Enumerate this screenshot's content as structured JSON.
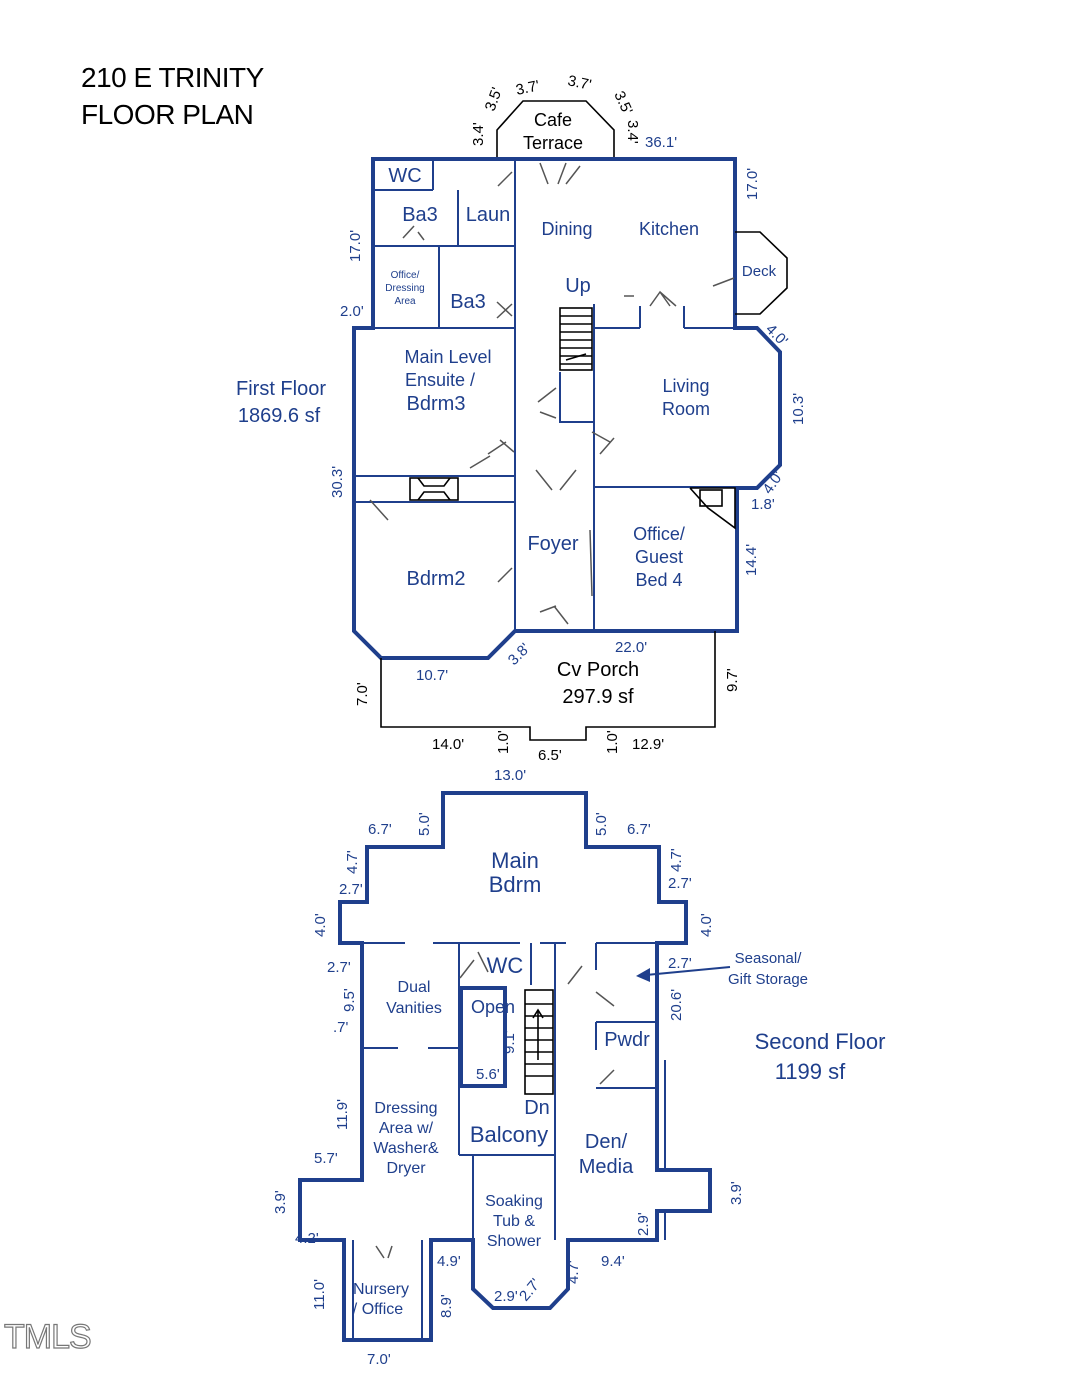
{
  "title": {
    "line1": "210 E TRINITY",
    "line2": "FLOOR PLAN"
  },
  "watermark": "TMLS",
  "colors": {
    "wall": "#1f3f8c",
    "text": "#1f3f8c"
  },
  "first_floor": {
    "label": "First Floor",
    "area": "1869.6 sf",
    "rooms": {
      "cafe": "Cafe",
      "terrace": "Terrace",
      "wc": "WC",
      "ba3_top": "Ba3",
      "laun": "Laun",
      "dining": "Dining",
      "kitchen": "Kitchen",
      "deck": "Deck",
      "office_dress_1": "Office/",
      "office_dress_2": "Dressing",
      "office_dress_3": "Area",
      "ba3_bottom": "Ba3",
      "up": "Up",
      "ensuite_1": "Main Level",
      "ensuite_2": "Ensuite /",
      "ensuite_3": "Bdrm3",
      "living_1": "Living",
      "living_2": "Room",
      "foyer": "Foyer",
      "bdrm2": "Bdrm2",
      "office_guest_1": "Office/",
      "office_guest_2": "Guest",
      "office_guest_3": "Bed 4",
      "porch": "Cv Porch",
      "porch_area": "297.9 sf"
    },
    "dims": {
      "cafe_l1": "3.4'",
      "cafe_l2": "3.5'",
      "cafe_t1": "3.7'",
      "cafe_t2": "3.7'",
      "cafe_r2": "3.5'",
      "cafe_r1": "3.4'",
      "top_width": "36.1'",
      "right_top": "17.0'",
      "left_top": "17.0'",
      "left_jog": "2.0'",
      "right_chamfer_top": "4.0'",
      "right_mid": "10.3'",
      "right_chamfer_bot": "4.0'",
      "right_jog": "1.8'",
      "left_mid": "30.3'",
      "right_bot": "14.4'",
      "porch_right_w": "22.0'",
      "porch_chamfer": "3.8'",
      "porch_left_w": "10.7'",
      "porch_left_h": "7.0'",
      "porch_right_h": "9.7'",
      "porch_bl": "14.0'",
      "porch_step_l": "1.0'",
      "porch_step_w": "6.5'",
      "porch_step_r": "1.0'",
      "porch_br": "12.9'"
    }
  },
  "second_floor": {
    "label": "Second Floor",
    "area": "1199 sf",
    "rooms": {
      "main_1": "Main",
      "main_2": "Bdrm",
      "wc": "WC",
      "vanities_1": "Dual",
      "vanities_2": "Vanities",
      "open": "Open",
      "seasonal_1": "Seasonal/",
      "seasonal_2": "Gift Storage",
      "pwdr": "Pwdr",
      "dn": "Dn",
      "dressing_1": "Dressing",
      "dressing_2": "Area w/",
      "dressing_3": "Washer&",
      "dressing_4": "Dryer",
      "balcony": "Balcony",
      "den_1": "Den/",
      "den_2": "Media",
      "soak_1": "Soaking",
      "soak_2": "Tub &",
      "soak_3": "Shower",
      "nursery_1": "Nursery",
      "nursery_2": "/ Office"
    },
    "dims": {
      "top": "13.0'",
      "tl_w": "6.7'",
      "tl_h": "5.0'",
      "tr_h": "5.0'",
      "tr_w": "6.7'",
      "l_4_7": "4.7'",
      "l_2_7": "2.7'",
      "r_4_7": "4.7'",
      "r_2_7": "2.7'",
      "l_4_0": "4.0'",
      "r_4_0": "4.0'",
      "l_2_7b": "2.7'",
      "r_2_7b": "2.7'",
      "l_9_5": "9.5'",
      "l_0_7": ".7'",
      "r_20_6": "20.6'",
      "open_h": "9.1'",
      "open_w": "5.6'",
      "l_11_9": "11.9'",
      "l_5_7": "5.7'",
      "l_3_9": "3.9'",
      "r_3_9": "3.9'",
      "l_4_2": "4.2'",
      "r_2_9": "2.9'",
      "l_11_0": "11.0'",
      "nur_r": "8.9'",
      "bath_4_9": "4.9'",
      "bath_4_7": "4.7'",
      "bath_9_4": "9.4'",
      "bath_b1": "2.9'",
      "bath_b2": "2.7'",
      "nur_w": "7.0'"
    }
  }
}
